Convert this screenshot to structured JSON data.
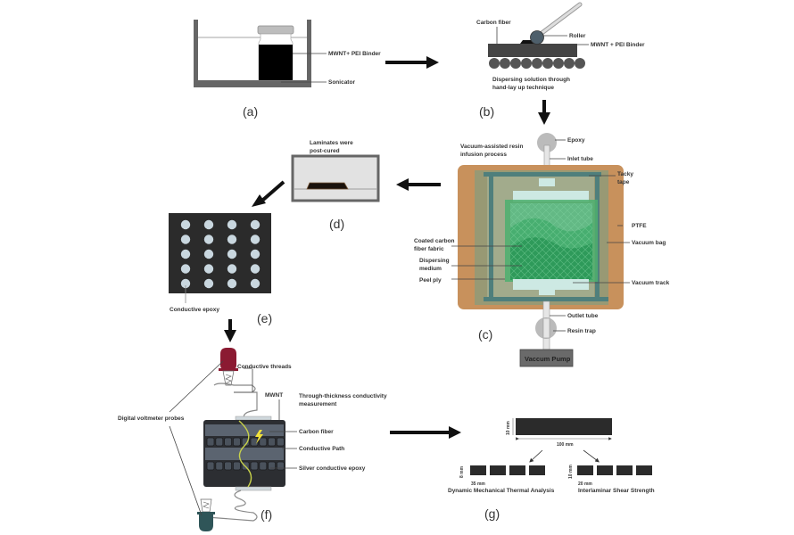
{
  "panels": {
    "a": {
      "tag": "(a)",
      "labels": {
        "binder": "MWNT+ PEI Binder",
        "sonicator": "Sonicator"
      }
    },
    "b": {
      "tag": "(b)",
      "labels": {
        "carbon_fiber": "Carbon fiber",
        "roller": "Roller",
        "binder": "MWNT + PEI Binder",
        "caption_line1": "Dispersing solution through",
        "caption_line2": "hand-lay up technique"
      }
    },
    "c": {
      "tag": "(c)",
      "title_line1": "Vacuum-assisted resin",
      "title_line2": "infusion process",
      "labels": {
        "epoxy": "Epoxy",
        "inlet_tube": "Inlet tube",
        "tacky_tape_line1": "Tacky",
        "tacky_tape_line2": "tape",
        "ptfe": "PTFE",
        "vacuum_bag": "Vacuum bag",
        "coated_line1": "Coated carbon",
        "coated_line2": "fiber fabric",
        "dispersing_line1": "Dispersing",
        "dispersing_line2": "medium",
        "peel_ply": "Peel ply",
        "vacuum_track": "Vacuum track",
        "outlet_tube": "Outlet tube",
        "resin_trap": "Resin trap",
        "vacuum_pump": "Vaccum Pump"
      }
    },
    "d": {
      "tag": "(d)",
      "caption_line1": "Laminates were",
      "caption_line2": "post-cured"
    },
    "e": {
      "tag": "(e)",
      "labels": {
        "conductive_epoxy": "Conductive epoxy"
      },
      "dot_rows": 5,
      "dot_cols": 4
    },
    "f": {
      "tag": "(f)",
      "labels": {
        "conductive_threads": "Conductive threads",
        "mwnt": "MWNT",
        "measurement_line1": "Through-thickness conductivity",
        "measurement_line2": "measurement",
        "carbon_fiber": "Carbon fiber",
        "conductive_path": "Conductive Path",
        "silver_epoxy": "Silver conductive epoxy",
        "probes": "Digital voltmeter probes"
      }
    },
    "g": {
      "tag": "(g)",
      "labels": {
        "height_main": "10 mm",
        "length_main": "100 mm",
        "dmta_height": "8 mm",
        "dmta_width": "35 mm",
        "ilss_height": "10 mm",
        "ilss_width": "20 mm",
        "dmta": "Dynamic Mechanical Thermal Analysis",
        "ilss": "Interlaminar Shear Strength"
      }
    }
  },
  "colors": {
    "frame": "#5a5a5a",
    "ink": "#0a0a0a",
    "cork": "#b9b9b9",
    "bag": "#c8915c",
    "bag_inner": "#8f9a78",
    "frame_teal": "#4f7f7c",
    "fabric": "#2e9a5a",
    "peel": "#cde9e3",
    "probe_red": "#8b1a32",
    "probe_teal": "#2f5558",
    "bolt": "#f2e23a",
    "dot": "#c9d7df",
    "panel_e": "#2b2b2b"
  }
}
